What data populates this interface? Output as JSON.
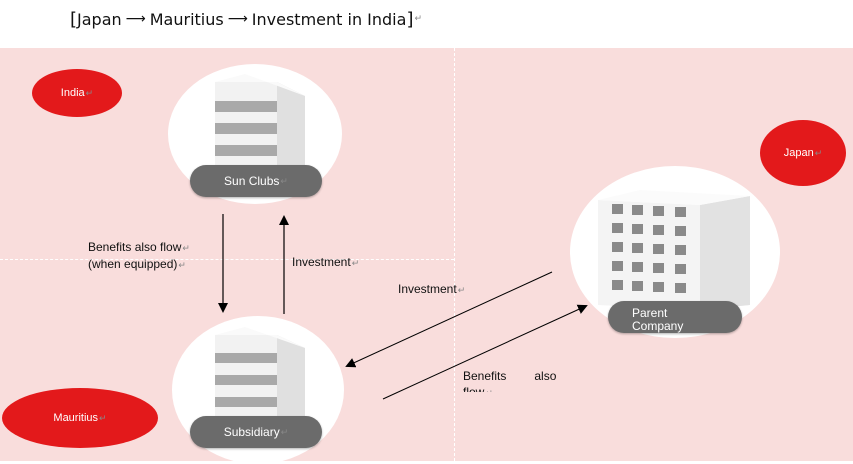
{
  "header": {
    "open_bracket": "[",
    "from": "Japan",
    "arrow": "⟶",
    "via": "Mauritius",
    "to": "Investment in India",
    "close_bracket": "]"
  },
  "regions": {
    "india": "India",
    "japan": "Japan",
    "mauritius": "Mauritius"
  },
  "nodes": {
    "sun_clubs": "Sun Clubs",
    "subsidiary": "Subsidiary",
    "parent_line1": "Parent",
    "parent_line2": "Company"
  },
  "flows": {
    "benefits_left_line1": "Benefits also flow",
    "benefits_left_line2": "(when equipped)",
    "investment_left": "Investment",
    "investment_right": "Investment",
    "benefits_right_word1": "Benefits",
    "benefits_right_word2": "also",
    "benefits_right_line2": "flow"
  },
  "colors": {
    "background_region": "#f9dddc",
    "region_oval": "#e3191b",
    "node_pill": "#6b6b6b"
  }
}
